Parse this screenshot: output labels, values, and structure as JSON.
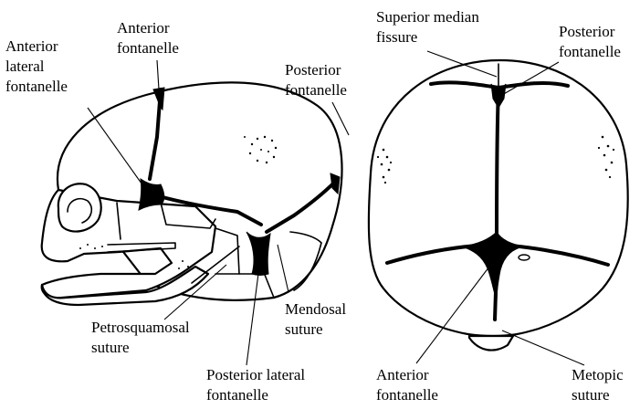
{
  "lateral_view": {
    "labels": {
      "anterior_lateral_fontanelle": [
        "Anterior",
        "lateral",
        "fontanelle"
      ],
      "anterior_fontanelle": [
        "Anterior",
        "fontanelle"
      ],
      "posterior_fontanelle": [
        "Posterior",
        "fontanelle"
      ],
      "petrosquamosal_suture": [
        "Petrosquamosal",
        "suture"
      ],
      "mendosal_suture": [
        "Mendosal",
        "suture"
      ],
      "posterior_lateral_fontanelle": [
        "Posterior lateral",
        "fontanelle"
      ]
    }
  },
  "superior_view": {
    "labels": {
      "superior_median_fissure": [
        "Superior median",
        "fissure"
      ],
      "posterior_fontanelle": [
        "Posterior",
        "fontanelle"
      ],
      "anterior_fontanelle": [
        "Anterior",
        "fontanelle"
      ],
      "metopic_suture": [
        "Metopic",
        "suture"
      ]
    }
  }
}
